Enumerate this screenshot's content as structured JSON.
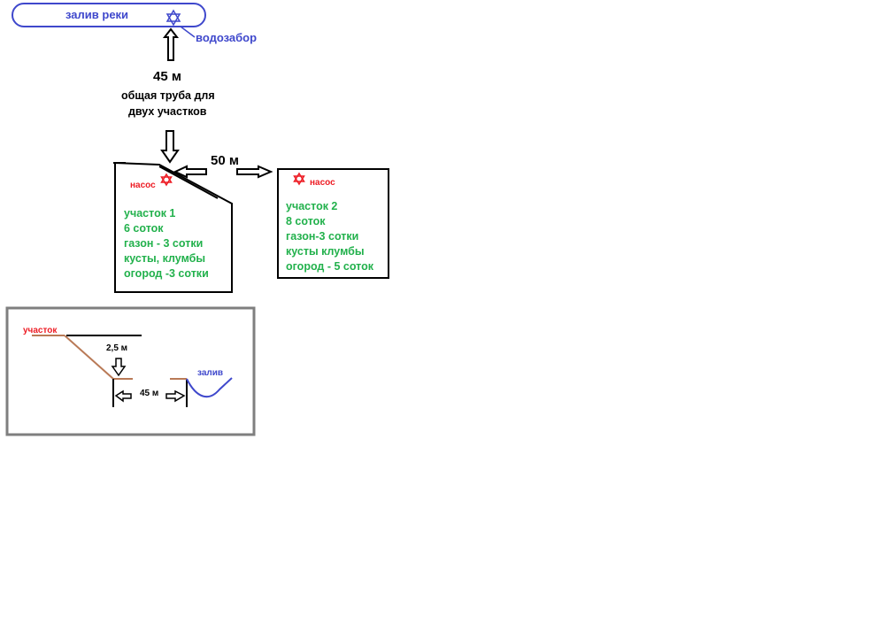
{
  "colors": {
    "black": "#000000",
    "blue": "#3f48cc",
    "red": "#ed1c24",
    "green": "#22b14c",
    "brown": "#b97a57",
    "gray": "#7f7f7f"
  },
  "river": {
    "label": "залив реки",
    "intake_label": "водозабор",
    "intake_icon": "star-of-david-icon"
  },
  "pipe": {
    "distance": "45 м",
    "note_line1": "общая труба для",
    "note_line2": "двух участков",
    "between_plots": "50 м"
  },
  "plot1": {
    "pump_label": "насос",
    "pump_icon": "star-of-david-icon",
    "lines": [
      "участок 1",
      "6 соток",
      "газон - 3 сотки",
      "кусты, клумбы",
      "огород -3 сотки"
    ]
  },
  "plot2": {
    "pump_label": "насос",
    "pump_icon": "star-of-david-icon",
    "lines": [
      "участок 2",
      "8 соток",
      "газон-3 сотки",
      "кусты клумбы",
      "огород - 5 соток"
    ]
  },
  "profile": {
    "plot_label": "участок",
    "height": "2,5 м",
    "distance": "45 м",
    "bay_label": "залив"
  }
}
